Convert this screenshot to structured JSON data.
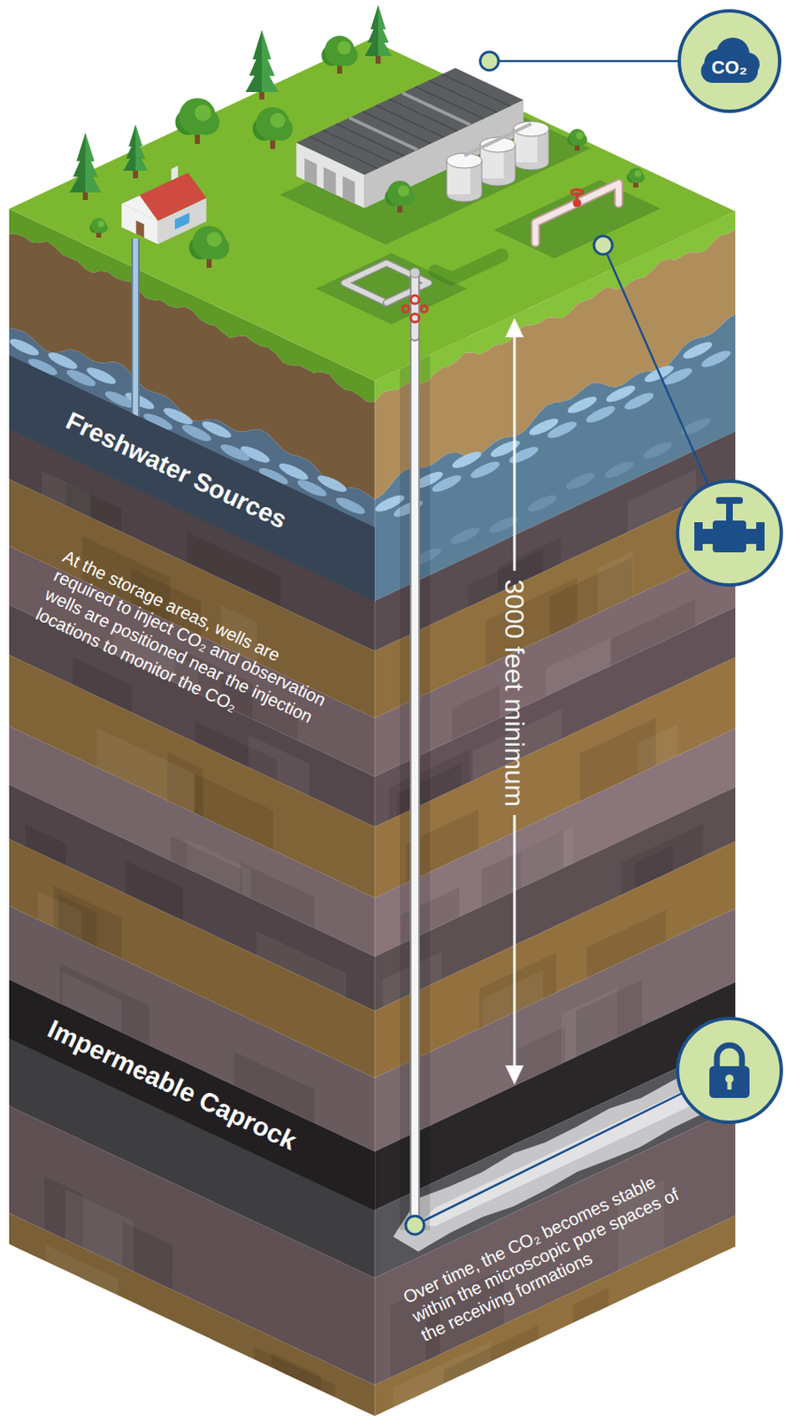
{
  "diagram": {
    "nodes": [
      {
        "text": [
          "CO₂"
        ]
      },
      {
        "text": [
          "Freshwater Sources"
        ]
      },
      {
        "text": [
          "Impermeable Caprock"
        ]
      }
    ],
    "labels": [
      "At the storage areas, wells are required to inject CO₂ and observation wells are positioned near the injection locations to monitor the CO₂",
      "3000 feet minimum",
      "Over time, the CO₂ becomes stable within the microscopic pore spaces of the receiving formations"
    ]
  }
}
